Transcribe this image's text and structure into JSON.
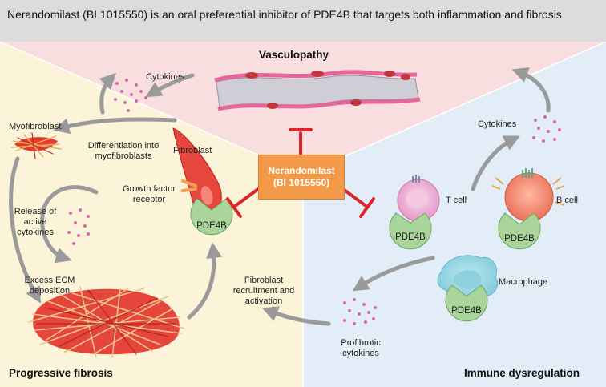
{
  "header": {
    "title": "Nerandomilast (BI 1015550) is an oral preferential inhibitor of PDE4B that targets both inflammation and fibrosis"
  },
  "sections": {
    "vasculopathy": "Vasculopathy",
    "progressive_fibrosis": "Progressive fibrosis",
    "immune_dysregulation": "Immune dysregulation"
  },
  "drug": {
    "name": "Nerandomilast",
    "code": "(BI 1015550)"
  },
  "labels": {
    "cytokines_left": "Cytokines",
    "myofibroblast": "Myofibroblast",
    "differentiation_line1": "Differentiation into",
    "differentiation_line2": "myofibroblasts",
    "fibroblast": "Fibroblast",
    "growth_factor_line1": "Growth factor",
    "growth_factor_line2": "receptor",
    "release_line1": "Release of",
    "release_line2": "active",
    "release_line3": "cytokines",
    "ecm_line1": "Excess ECM",
    "ecm_line2": "deposition",
    "recruit_line1": "Fibroblast",
    "recruit_line2": "recruitment and",
    "recruit_line3": "activation",
    "cytokines_right": "Cytokines",
    "t_cell": "T cell",
    "b_cell": "B cell",
    "macrophage": "Macrophage",
    "profibrotic_line1": "Profibrotic",
    "profibrotic_line2": "cytokines",
    "pde4b": "PDE4B"
  },
  "colors": {
    "vasculopathy_bg": "#f8dede",
    "fibrosis_bg": "#fbf4d8",
    "immune_bg": "#e2edf8",
    "drug_box": "#f29a48",
    "inhibitor": "#d9252b",
    "pde4b_receptor": "#a9d59a",
    "cytokine_dots": "#d36ab2"
  }
}
